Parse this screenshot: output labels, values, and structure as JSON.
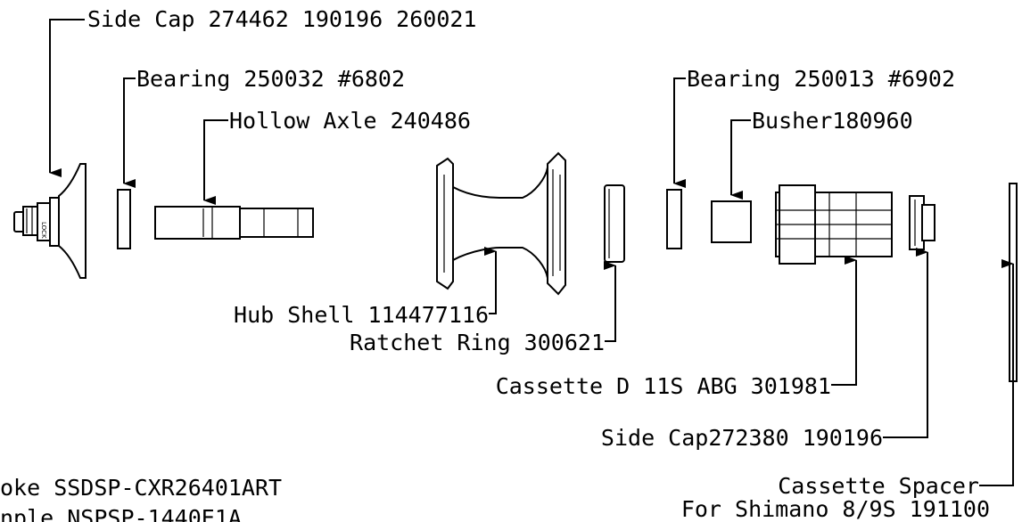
{
  "labels": {
    "side_cap_left": "Side Cap 274462 190196 260021",
    "bearing_left": "Bearing 250032 #6802",
    "hollow_axle": "Hollow Axle 240486",
    "bearing_right": "Bearing 250013 #6902",
    "busher": "Busher180960",
    "hub_shell": "Hub Shell 114477116",
    "ratchet_ring": "Ratchet Ring 300621",
    "cassette_d": "Cassette D 11S ABG 301981",
    "side_cap_right": "Side Cap272380 190196",
    "cassette_spacer_line1": "Cassette Spacer",
    "cassette_spacer_line2": "For Shimano 8/9S 191100",
    "spoke": "oke SSDSP-CXR26401ART",
    "nipple": "nple NSPSP-1440E1A"
  },
  "side_cap_marking": "LOCK"
}
